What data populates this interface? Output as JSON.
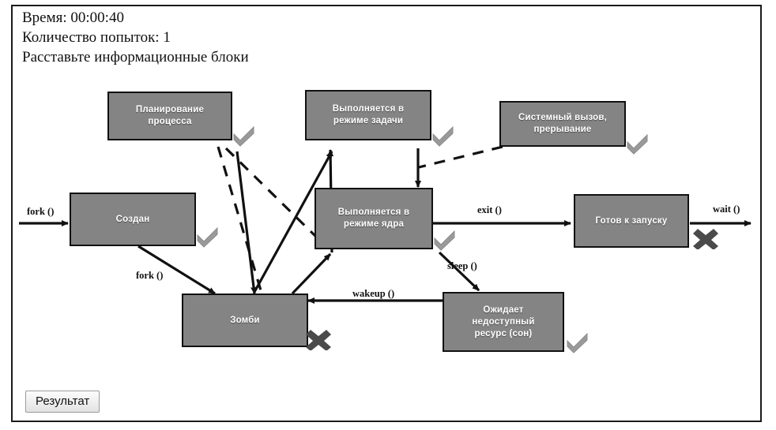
{
  "header": {
    "lines": [
      "Время: 00:00:40",
      "Количество попыток: 1",
      "Расставьте информационные блоки"
    ],
    "time_label": "Время: 00:00:40",
    "attempts_label": "Количество попыток: 1",
    "instruction_label": "Расставьте информационные блоки"
  },
  "colors": {
    "node_fill": "#848484",
    "node_border": "#111111",
    "node_text": "#ffffff",
    "frame_border": "#1a1a1a",
    "mark_check": "#9a9a9a",
    "mark_cross": "#4a4a4a",
    "page_background": "#ffffff"
  },
  "diagram": {
    "nodes": [
      {
        "id": "planning",
        "label": "Планирование процесса",
        "lines": [
          "Планирование",
          "процесса"
        ],
        "mark": "check"
      },
      {
        "id": "task-mode",
        "label": "Выполняется в режиме задачи",
        "lines": [
          "Выполняется в",
          "режиме задачи"
        ],
        "mark": "check"
      },
      {
        "id": "syscall",
        "label": "Системный вызов, прерывание",
        "lines": [
          "Системный вызов,",
          "прерывание"
        ],
        "mark": "check"
      },
      {
        "id": "created",
        "label": "Создан",
        "lines": [
          "Создан"
        ],
        "mark": "check"
      },
      {
        "id": "kernel-mode",
        "label": "Выполняется в режиме ядра",
        "lines": [
          "Выполняется в",
          "режиме ядра"
        ],
        "mark": "check"
      },
      {
        "id": "ready",
        "label": "Готов к запуску",
        "lines": [
          "Готов к запуску"
        ],
        "mark": "cross"
      },
      {
        "id": "zombie",
        "label": "Зомби",
        "lines": [
          "Зомби"
        ],
        "mark": "cross"
      },
      {
        "id": "waiting",
        "label": "Ожидает недоступный ресурс (сон)",
        "lines": [
          "Ожидает",
          "недоступный",
          "ресурс (сон)"
        ],
        "mark": "check"
      }
    ],
    "edge_labels": [
      {
        "id": "fork-in",
        "text": "fork ()"
      },
      {
        "id": "fork-zombie",
        "text": "fork ()"
      },
      {
        "id": "exit",
        "text": "exit ()"
      },
      {
        "id": "wait",
        "text": "wait ()"
      },
      {
        "id": "sleep",
        "text": "sleep ()"
      },
      {
        "id": "wakeup",
        "text": "wakeup ()"
      }
    ]
  },
  "footer": {
    "result_button": "Результат"
  }
}
